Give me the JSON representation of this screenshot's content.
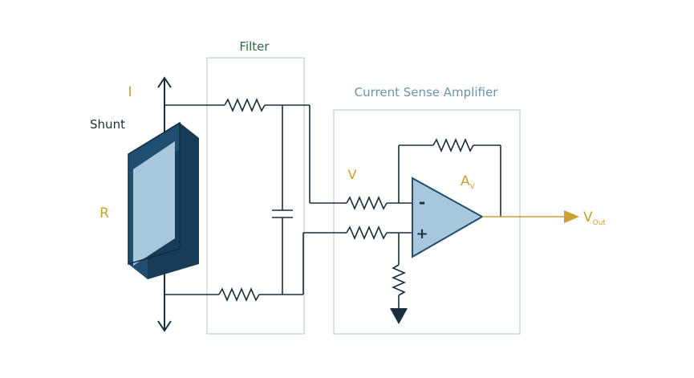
{
  "labels": {
    "filter": "Filter",
    "current_sense_amplifier": "Current Sense Amplifier",
    "current": "I",
    "shunt": "Shunt",
    "resistance": "R",
    "voltage": "V",
    "gain_main": "A",
    "gain_sub": "V",
    "minus": "-",
    "plus": "+",
    "vout_main": "V",
    "vout_sub": "Out"
  },
  "colors": {
    "wire": "#1a2e3b",
    "shunt_front": "#1f4e70",
    "shunt_side": "#173c57",
    "shunt_face": "#a9c7dc",
    "opamp_fill": "#a9c7dc",
    "opamp_stroke": "#1f4e70",
    "gold": "#c9a032",
    "filter_label": "#2e6b3e",
    "amp_label": "#6b93a8",
    "box_border": "#bcd0c8",
    "ground": "#1a2e3b"
  }
}
